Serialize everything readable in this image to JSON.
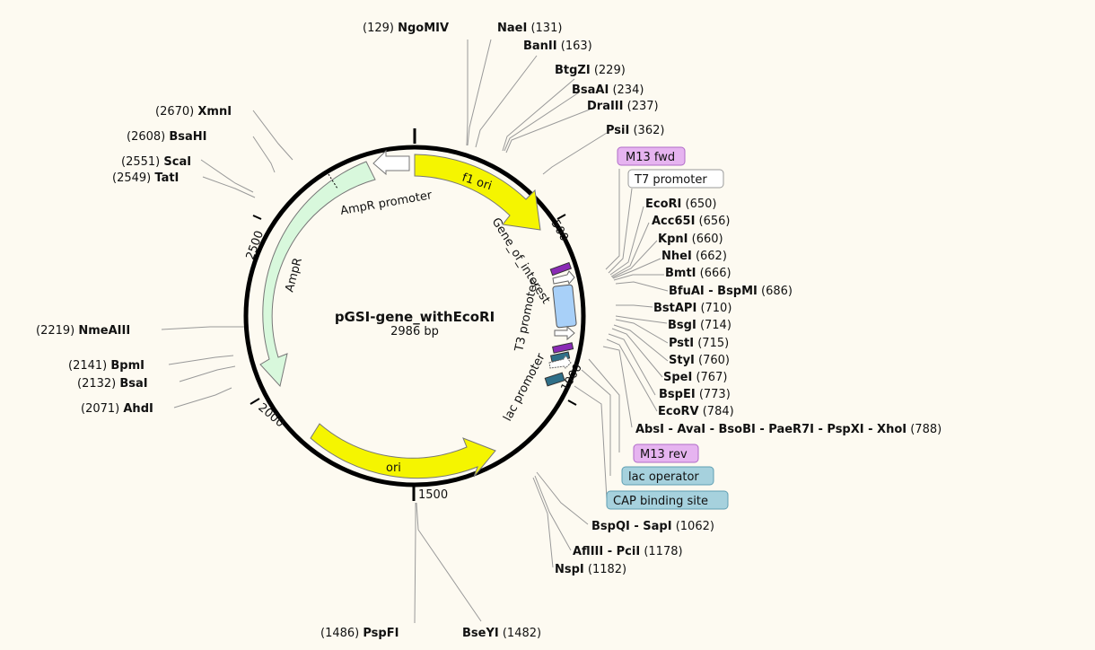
{
  "map": {
    "name": "pGSI-gene_withEcoRI",
    "length": "2986 bp",
    "ticks": [
      "500",
      "1000",
      "1500",
      "2000",
      "2500"
    ]
  },
  "features": {
    "f1_ori": "f1 ori",
    "ori": "ori",
    "ampr": "AmpR",
    "ampr_promoter": "AmpR promoter",
    "gene_of_interest": "Gene_of_interest",
    "t3_promoter": "T3 promoter",
    "lac_promoter": "lac promoter"
  },
  "tags": {
    "m13_fwd": "M13 fwd",
    "t7_promoter": "T7 promoter",
    "m13_rev": "M13 rev",
    "lac_operator": "lac operator",
    "cap_site": "CAP binding site"
  },
  "colors": {
    "yellow_feature": "#f5f500",
    "green_feature": "#d8f8dc",
    "blue_feature": "#a8d0f8",
    "primer_purple": "#e6b4f0",
    "teal_box": "#a6d1dd",
    "background": "#fdfaf1"
  },
  "sites": [
    {
      "name": "NgoMIV",
      "pos": "(129)"
    },
    {
      "name": "NaeI",
      "pos": "(131)"
    },
    {
      "name": "BanII",
      "pos": "(163)"
    },
    {
      "name": "BtgZI",
      "pos": "(229)"
    },
    {
      "name": "BsaAI",
      "pos": "(234)"
    },
    {
      "name": "DraIII",
      "pos": "(237)"
    },
    {
      "name": "PsiI",
      "pos": "(362)"
    },
    {
      "name": "EcoRI",
      "pos": "(650)"
    },
    {
      "name": "Acc65I",
      "pos": "(656)"
    },
    {
      "name": "KpnI",
      "pos": "(660)"
    },
    {
      "name": "NheI",
      "pos": "(662)"
    },
    {
      "name": "BmtI",
      "pos": "(666)"
    },
    {
      "name": "BfuAI - BspMI",
      "pos": "(686)"
    },
    {
      "name": "BstAPI",
      "pos": "(710)"
    },
    {
      "name": "BsgI",
      "pos": "(714)"
    },
    {
      "name": "PstI",
      "pos": "(715)"
    },
    {
      "name": "StyI",
      "pos": "(760)"
    },
    {
      "name": "SpeI",
      "pos": "(767)"
    },
    {
      "name": "BspEI",
      "pos": "(773)"
    },
    {
      "name": "EcoRV",
      "pos": "(784)"
    },
    {
      "name": "AbsI - AvaI - BsoBI - PaeR7I - PspXI - XhoI",
      "pos": "(788)"
    },
    {
      "name": "BspQI - SapI",
      "pos": "(1062)"
    },
    {
      "name": "AflIII - PciI",
      "pos": "(1178)"
    },
    {
      "name": "NspI",
      "pos": "(1182)"
    },
    {
      "name": "BseYI",
      "pos": "(1482)"
    },
    {
      "name": "PspFI",
      "pos": "(1486)"
    },
    {
      "name": "AhdI",
      "pos": "(2071)"
    },
    {
      "name": "BsaI",
      "pos": "(2132)"
    },
    {
      "name": "BpmI",
      "pos": "(2141)"
    },
    {
      "name": "NmeAIII",
      "pos": "(2219)"
    },
    {
      "name": "TatI",
      "pos": "(2549)"
    },
    {
      "name": "ScaI",
      "pos": "(2551)"
    },
    {
      "name": "BsaHI",
      "pos": "(2608)"
    },
    {
      "name": "XmnI",
      "pos": "(2670)"
    }
  ]
}
